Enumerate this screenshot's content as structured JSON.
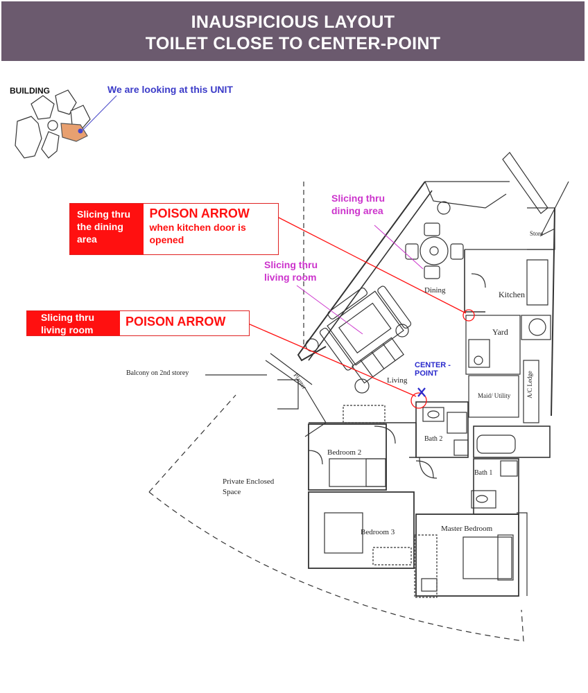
{
  "title": {
    "line1": "INAUSPICIOUS LAYOUT",
    "line2": "TOILET CLOSE TO CENTER-POINT"
  },
  "inset": {
    "building_label": "BUILDING",
    "unit_note": "We are looking at this UNIT"
  },
  "callouts": {
    "dining": {
      "side_text": "Slicing thru the dining area",
      "heading": "POISON ARROW",
      "subtext": "when kitchen door is opened"
    },
    "living": {
      "side_text": "Slicing thru living room",
      "heading": "POISON ARROW"
    }
  },
  "notes": {
    "dining_slice": "Slicing thru dining area",
    "living_slice": "Slicing thru living room",
    "center_point": "CENTER -POINT"
  },
  "rooms": {
    "store": "Store",
    "dining": "Dining",
    "kitchen": "Kitchen",
    "yard": "Yard",
    "living": "Living",
    "maid_utility": "Maid/ Utility",
    "ac_ledge": "A/C Ledge",
    "balcony": "Balcony on 2nd storey",
    "planter": "Planter",
    "bath2": "Bath 2",
    "bath1": "Bath 1",
    "bedroom2": "Bedroom 2",
    "bedroom3": "Bedroom 3",
    "master_bedroom": "Master Bedroom",
    "private_space": "Private Enclosed Space"
  },
  "colors": {
    "banner": "#6b5a6e",
    "alert_red": "#ff1010",
    "note_magenta": "#cc33cc",
    "note_blue": "#3b3bc8",
    "unit_highlight": "#e8a070"
  }
}
